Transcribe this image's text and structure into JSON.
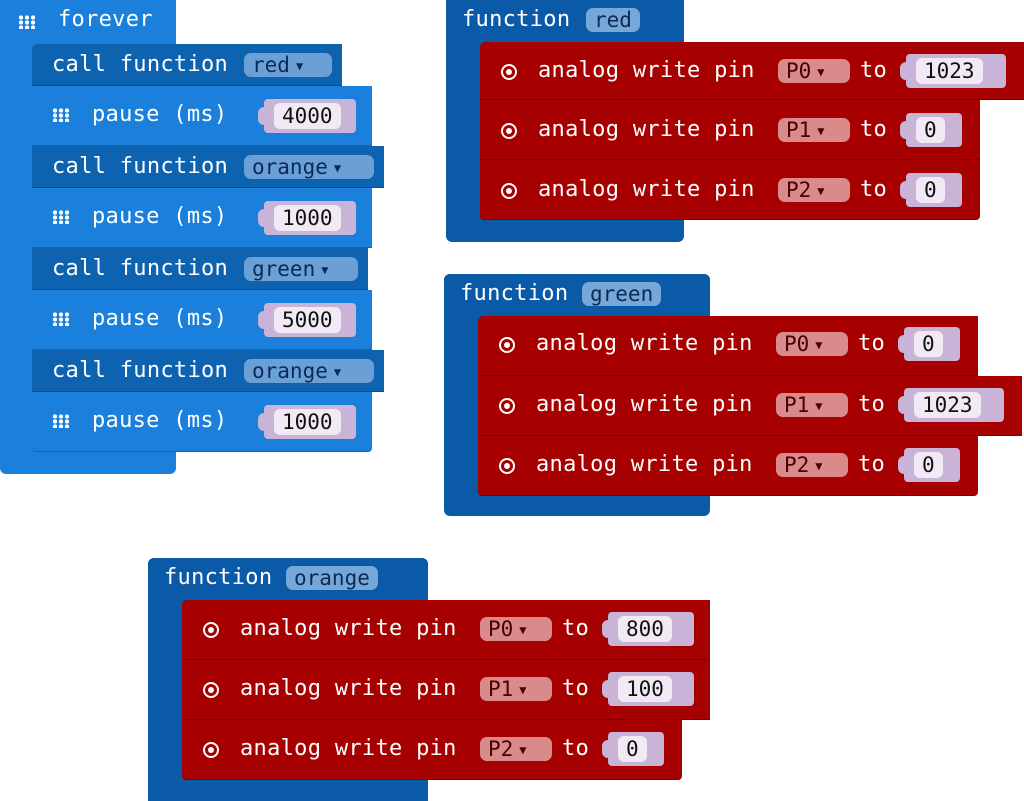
{
  "forever": {
    "label": "forever",
    "statements": [
      {
        "type": "call",
        "label": "call function",
        "value": "red"
      },
      {
        "type": "pause",
        "label": "pause (ms)",
        "value": "4000"
      },
      {
        "type": "call",
        "label": "call function",
        "value": "orange"
      },
      {
        "type": "pause",
        "label": "pause (ms)",
        "value": "1000"
      },
      {
        "type": "call",
        "label": "call function",
        "value": "green"
      },
      {
        "type": "pause",
        "label": "pause (ms)",
        "value": "5000"
      },
      {
        "type": "call",
        "label": "call function",
        "value": "orange"
      },
      {
        "type": "pause",
        "label": "pause (ms)",
        "value": "1000"
      }
    ]
  },
  "functions": [
    {
      "label": "function",
      "name": "red",
      "rows": [
        {
          "label": "analog write pin",
          "pin": "P0",
          "to": "to",
          "value": "1023"
        },
        {
          "label": "analog write pin",
          "pin": "P1",
          "to": "to",
          "value": "0"
        },
        {
          "label": "analog write pin",
          "pin": "P2",
          "to": "to",
          "value": "0"
        }
      ]
    },
    {
      "label": "function",
      "name": "green",
      "rows": [
        {
          "label": "analog write pin",
          "pin": "P0",
          "to": "to",
          "value": "0"
        },
        {
          "label": "analog write pin",
          "pin": "P1",
          "to": "to",
          "value": "1023"
        },
        {
          "label": "analog write pin",
          "pin": "P2",
          "to": "to",
          "value": "0"
        }
      ]
    },
    {
      "label": "function",
      "name": "orange",
      "rows": [
        {
          "label": "analog write pin",
          "pin": "P0",
          "to": "to",
          "value": "800"
        },
        {
          "label": "analog write pin",
          "pin": "P1",
          "to": "to",
          "value": "100"
        },
        {
          "label": "analog write pin",
          "pin": "P2",
          "to": "to",
          "value": "0"
        }
      ]
    }
  ],
  "colors": {
    "loop_blue": "#1a80dc",
    "function_blue": "#0b5aa8",
    "pins_red": "#a60000",
    "number_slot": "#c9b3d6"
  },
  "icons": {
    "loop": "grid-icon",
    "pins": "radio-target-icon",
    "dropdown": "caret-down-icon"
  }
}
